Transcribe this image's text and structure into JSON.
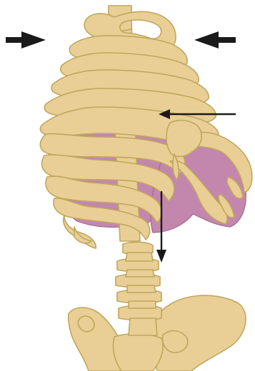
{
  "figure": {
    "bone_fill": "#E9CF95",
    "bone_stroke": "#BFA75E",
    "organ_fill": "#C387AE",
    "organ_stroke": "#A5688F",
    "arrow_color": "#1A1A1A",
    "background": "#FFFFFF"
  },
  "arrows": [
    {
      "name": "left-compression-arrow",
      "direction": "right"
    },
    {
      "name": "right-compression-arrow",
      "direction": "left"
    },
    {
      "name": "sternum-pointer-arrow",
      "direction": "left"
    },
    {
      "name": "down-pointer-arrow",
      "direction": "down"
    }
  ]
}
